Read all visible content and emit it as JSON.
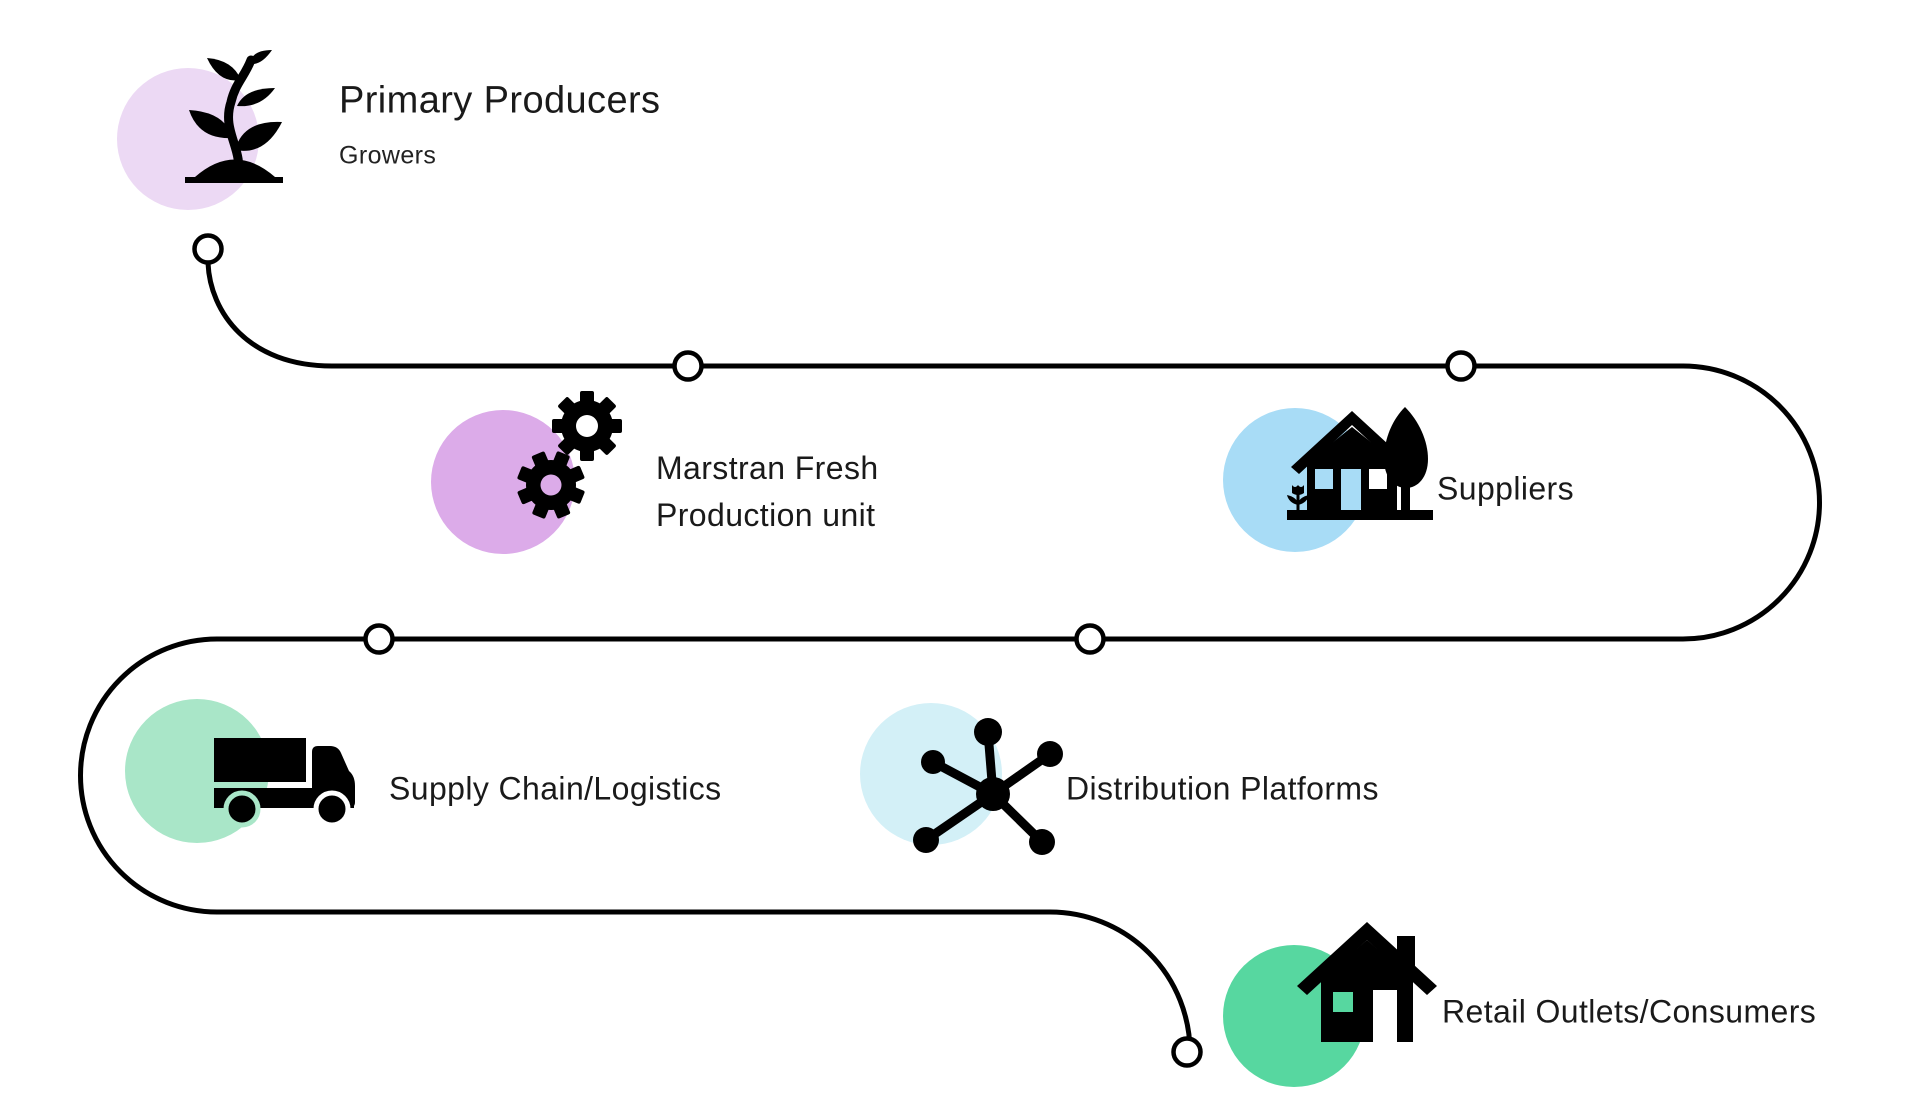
{
  "diagram": {
    "background": "#ffffff",
    "line_color": "#000000",
    "text_color": "#1a1a1a",
    "nodes": [
      {
        "label": "Primary Producers",
        "sublabel": "Growers",
        "icon": "seedling-icon",
        "color": "#ecd9f4"
      },
      {
        "label": "Marstran Fresh\nProduction unit",
        "icon": "gears-icon",
        "color": "#dcabe9"
      },
      {
        "label": "Suppliers",
        "icon": "farmhouse-icon",
        "color": "#a8dcf6"
      },
      {
        "label": "Supply Chain/Logistics",
        "icon": "truck-icon",
        "color": "#a9e6c8"
      },
      {
        "label": "Distribution Platforms",
        "icon": "network-icon",
        "color": "#d3f0f7"
      },
      {
        "label": "Retail Outlets/Consumers",
        "icon": "house-icon",
        "color": "#57d7a0"
      }
    ]
  }
}
